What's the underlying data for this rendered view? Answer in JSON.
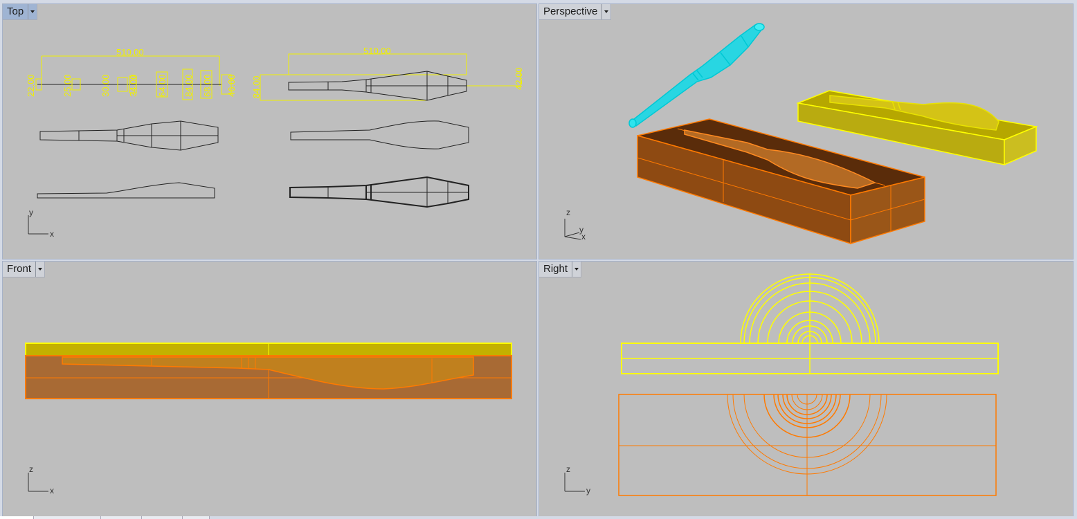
{
  "viewports": {
    "top": {
      "label": "Top",
      "active": true
    },
    "perspective": {
      "label": "Perspective",
      "active": false
    },
    "front": {
      "label": "Front",
      "active": false
    },
    "right": {
      "label": "Right",
      "active": false
    }
  },
  "dimensions": {
    "length_left": "510.00",
    "length_right": "510.00",
    "diameters": [
      "22.00",
      "25.00",
      "30.00",
      "34.00",
      "64.00",
      "84.00",
      "68.00",
      "46.00"
    ],
    "height_84": "84.00",
    "height_42": "42.00"
  },
  "axes": {
    "top": {
      "vertical": "y",
      "horizontal": "x"
    },
    "perspective": {
      "vertical": "z",
      "depth": "y",
      "horizontal": "x"
    },
    "front": {
      "vertical": "z",
      "horizontal": "x"
    },
    "right": {
      "vertical": "z",
      "horizontal": "y"
    }
  },
  "colors": {
    "viewport_bg": "#bebebe",
    "dimension": "#f0f000",
    "selected_cyan": "#00e5ee",
    "mold_orange": "#ff7a00",
    "mold_yellow": "#ffff00"
  }
}
